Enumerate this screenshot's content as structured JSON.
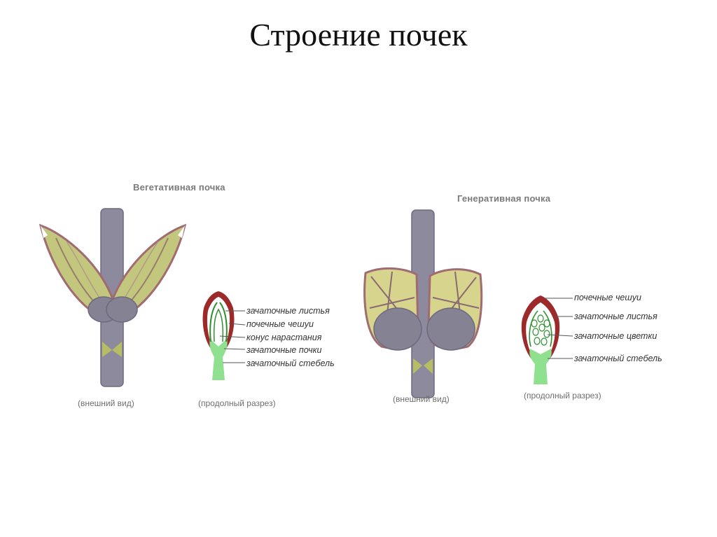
{
  "title": "Строение почек",
  "vegetative": {
    "title": "Вегетативная почка",
    "caption_outer": "(внешний вид)",
    "caption_section": "(продолный разрез)",
    "labels": [
      "зачаточные листья",
      "почечные чешуи",
      "конус нарастания",
      "зачаточные почки",
      "зачаточный стебель"
    ]
  },
  "generative": {
    "title": "Генеративная почка",
    "caption_outer": "(внешний вид)",
    "caption_section": "(продолный разрез)",
    "labels": [
      "почечные чешуи",
      "зачаточные листья",
      "зачаточные цветки",
      "зачаточный стебель"
    ]
  },
  "colors": {
    "stem": "#8c8a9c",
    "bud_green": "#c3c77e",
    "bud_rim": "#a06c72",
    "section_green": "#8fe08f",
    "section_red": "#9c2a2a"
  }
}
